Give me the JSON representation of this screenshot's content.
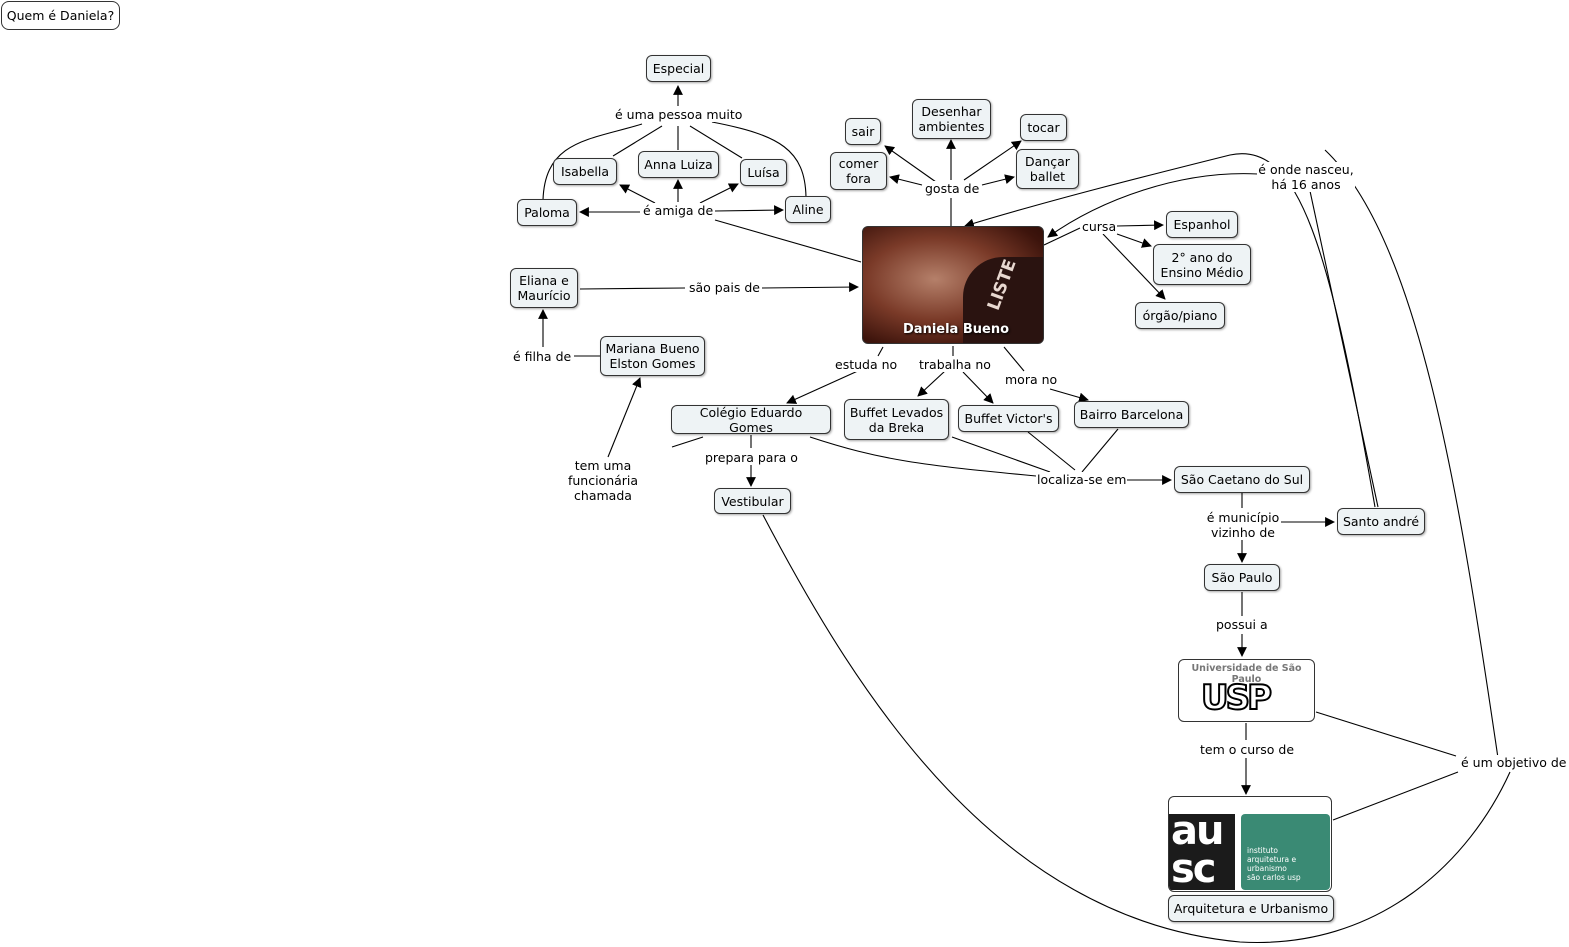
{
  "title": "Quem é Daniela?",
  "center": {
    "caption": "Daniela Bueno",
    "shirt_text": "LISTE"
  },
  "nodes": {
    "especial": "Especial",
    "isabella": "Isabella",
    "anna_luiza": "Anna Luiza",
    "luisa": "Luísa",
    "paloma": "Paloma",
    "aline": "Aline",
    "eliana_mauricio": "Eliana e\nMaurício",
    "mariana_elston": "Mariana Bueno\nElston Gomes",
    "sair": "sair",
    "desenhar": "Desenhar\nambientes",
    "tocar": "tocar",
    "comer_fora": "comer\nfora",
    "dancar_ballet": "Dançar\nballet",
    "espanhol": "Espanhol",
    "ensino_medio": "2° ano do\nEnsino Médio",
    "orgao_piano": "órgão/piano",
    "colegio": "Colégio Eduardo Gomes",
    "buffet_levados": "Buffet Levados\nda Breka",
    "buffet_victors": "Buffet Victor's",
    "bairro": "Bairro Barcelona",
    "vestibular": "Vestibular",
    "sao_caetano": "São Caetano do Sul",
    "santo_andre": "Santo andré",
    "sao_paulo": "São Paulo",
    "arquitetura": "Arquitetura e Urbanismo"
  },
  "usp": {
    "title": "Universidade de São Paulo",
    "logo": "USP"
  },
  "iau": {
    "glyph": "au\nsc",
    "text": "instituto\narquitetura e urbanismo\nsão carlos usp"
  },
  "labels": {
    "pessoa_muito": "é uma pessoa muito",
    "amiga_de": "é amiga de",
    "pais_de": "são pais de",
    "filha_de": "é filha de",
    "funcionaria": "tem uma funcionária\nchamada",
    "gosta_de": "gosta de",
    "cursa": "cursa",
    "onde_nasceu": "é onde nasceu,\nhá 16 anos",
    "estuda_no": "estuda no",
    "trabalha_no": "trabalha no",
    "mora_no": "mora no",
    "prepara_para": "prepara para o",
    "localiza_se": "localiza-se em",
    "municipio_vizinho": "é município\nvizinho de",
    "possui_a": "possui a",
    "tem_curso": "tem o curso de",
    "objetivo_de": "é um objetivo de"
  }
}
